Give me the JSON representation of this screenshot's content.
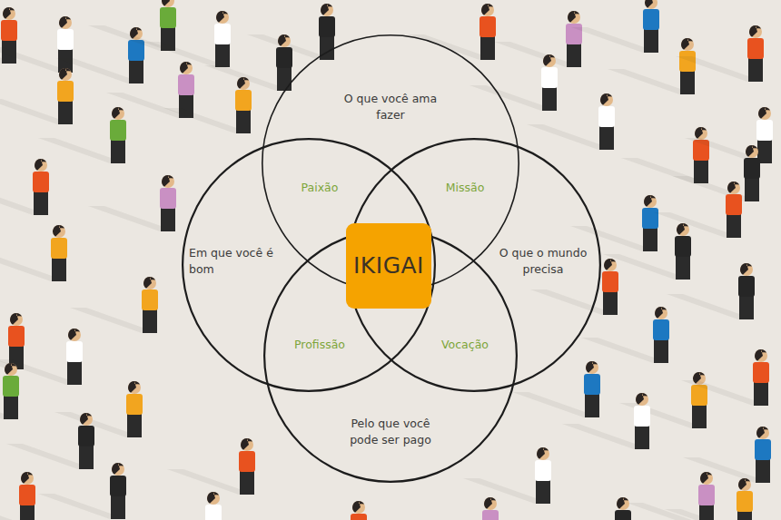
{
  "diagram": {
    "nodes": [
      {
        "text": [
          "O que você ama fazer"
        ]
      },
      {
        "text": [
          "Em que você é bom"
        ]
      },
      {
        "text": [
          "O que o mundo precisa"
        ]
      },
      {
        "text": [
          "Pelo que você pode ser pago"
        ]
      },
      {
        "text": [
          "IKIGAI"
        ]
      }
    ],
    "labels": [
      "Paixão",
      "Missão",
      "Profissão",
      "Vocação"
    ]
  }
}
